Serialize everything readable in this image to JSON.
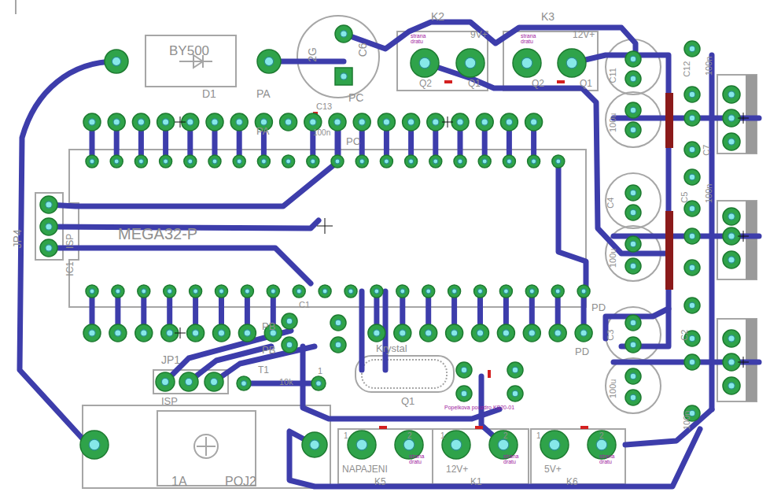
{
  "diagram": {
    "labels": [
      "BY500",
      "D1",
      "PA",
      "2G",
      "C6",
      "PC",
      "K2",
      "9V+",
      "K3",
      "12V+",
      "Q2",
      "Q1",
      "Q2",
      "Q1",
      "strana dratu",
      "strana dratu",
      "PA",
      "C13",
      "100n",
      "PC",
      "MEGA32-P",
      "JP4",
      "ISP",
      "IC1",
      "PB",
      "C1",
      "PB",
      "PD",
      "PD",
      "JP1",
      "ISP",
      "T1",
      "10k",
      "1",
      "Krystal",
      "Q1",
      "Popelkova pouzdro KS20-01",
      "1A",
      "POJ2",
      "NAPAJENI",
      "K5",
      "12V+",
      "K1",
      "5V+",
      "K6",
      "strana dratu",
      "strana dratu",
      "strana dratu",
      "C11",
      "100u",
      "C12",
      "100n",
      "C4",
      "100u",
      "C5",
      "100n",
      "C3",
      "100u",
      "C2",
      "100n",
      "C7",
      "1",
      "2",
      "1",
      "2",
      "1",
      "2"
    ]
  }
}
